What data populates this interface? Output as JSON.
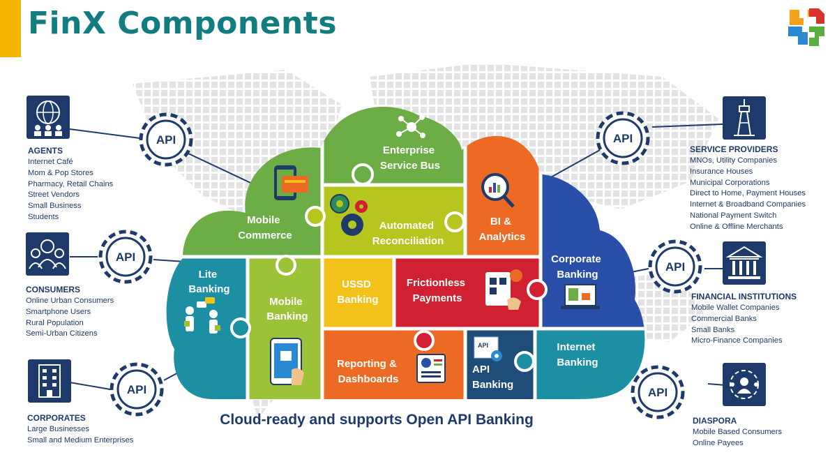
{
  "page": {
    "title": "FinX Components",
    "caption": "Cloud-ready and supports Open API Banking"
  },
  "colors": {
    "accent_bar": "#f5b400",
    "title": "#127d80",
    "navy": "#1e3a6b",
    "green": "#6cae45",
    "lime": "#9cc338",
    "olive": "#b7c61f",
    "orange": "#ec6a24",
    "blue": "#2a4fa8",
    "teal": "#1c8fa3",
    "yellow": "#f2c21b",
    "red": "#cf2132",
    "dark_blue": "#1f4d7a"
  },
  "api_badge": "API",
  "segments": {
    "mobile_commerce": "Mobile Commerce",
    "enterprise_service_bus": "Enterprise Service Bus",
    "automated_reconciliation": "Automated Reconciliation",
    "bi_analytics": "BI & Analytics",
    "corporate_banking": "Corporate Banking",
    "lite_banking": "Lite Banking",
    "mobile_banking": "Mobile Banking",
    "ussd_banking": "USSD Banking",
    "frictionless_payments": "Frictionless Payments",
    "reporting_dashboards": "Reporting & Dashboards",
    "api_banking": "API Banking",
    "internet_banking": "Internet Banking"
  },
  "groups": {
    "agents": {
      "title": "AGENTS",
      "icon": "globe-people-icon",
      "items": [
        "Internet Café",
        "Mom & Pop Stores",
        "Pharmacy, Retail Chains",
        "Street Vendors",
        "Small Business",
        "Students"
      ]
    },
    "consumers": {
      "title": "CONSUMERS",
      "icon": "people-icon",
      "items": [
        "Online Urban Consumers",
        "Smartphone Users",
        "Rural Population",
        "Semi-Urban Citizens"
      ]
    },
    "corporates": {
      "title": "CORPORATES",
      "icon": "building-icon",
      "items": [
        "Large Businesses",
        "Small and Medium Enterprises"
      ]
    },
    "service_providers": {
      "title": "SERVICE PROVIDERS",
      "icon": "tower-icon",
      "items": [
        "MNOs, Utility Companies",
        "Insurance Houses",
        "Municipal Corporations",
        "Direct to Home, Payment Houses",
        "Internet & Broadband Companies",
        "National Payment Switch",
        "Online & Offline Merchants"
      ]
    },
    "financial_institutions": {
      "title": "FINANCIAL INSTITUTIONS",
      "icon": "bank-icon",
      "items": [
        "Mobile Wallet Companies",
        "Commercial Banks",
        "Small Banks",
        "Micro-Finance Companies"
      ]
    },
    "diaspora": {
      "title": "DIASPORA",
      "icon": "global-network-icon",
      "items": [
        "Mobile Based Consumers",
        "Online Payees"
      ]
    }
  }
}
